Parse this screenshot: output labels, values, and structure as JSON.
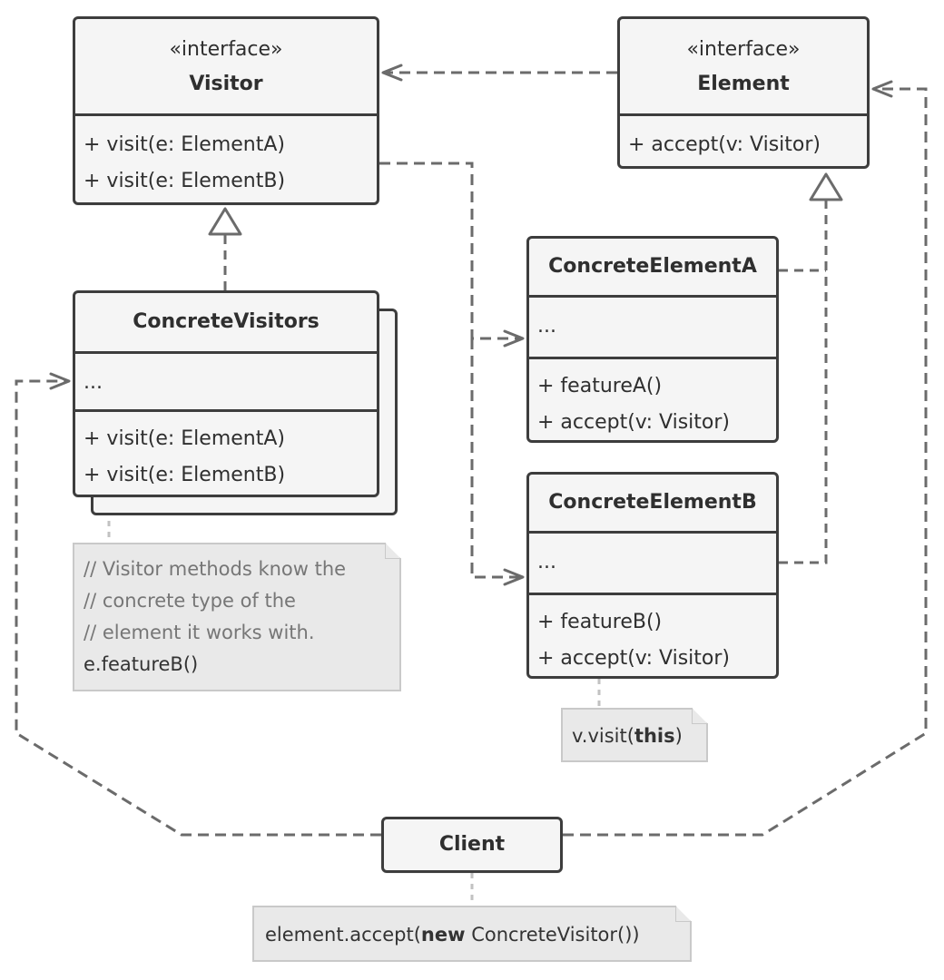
{
  "visitor": {
    "stereotype": "«interface»",
    "name": "Visitor",
    "methods": [
      "+ visit(e: ElementA)",
      "+ visit(e: ElementB)"
    ]
  },
  "element": {
    "stereotype": "«interface»",
    "name": "Element",
    "methods": [
      "+ accept(v: Visitor)"
    ]
  },
  "concrete_visitors": {
    "name": "ConcreteVisitors",
    "fields": "...",
    "methods": [
      "+ visit(e: ElementA)",
      "+ visit(e: ElementB)"
    ]
  },
  "concrete_element_a": {
    "name": "ConcreteElementA",
    "fields": "...",
    "methods": [
      "+ featureA()",
      "+ accept(v: Visitor)"
    ]
  },
  "concrete_element_b": {
    "name": "ConcreteElementB",
    "fields": "...",
    "methods": [
      "+ featureB()",
      "+ accept(v: Visitor)"
    ]
  },
  "client": {
    "name": "Client"
  },
  "notes": {
    "visitor_note": {
      "comments": [
        "// Visitor methods know the",
        "// concrete type of the",
        "// element it works with."
      ],
      "code": "e.featureB()"
    },
    "accept_note": {
      "prefix": "v.visit(",
      "keyword": "this",
      "suffix": ")"
    },
    "client_note": {
      "prefix": "element.accept(",
      "keyword": "new",
      "suffix": " ConcreteVisitor())"
    }
  },
  "colors": {
    "border": "#3d3d3d",
    "box_fill": "#f5f5f5",
    "note_fill": "#e9e9e9",
    "note_border": "#c9c9c9",
    "arrow": "#6b6b6b"
  }
}
